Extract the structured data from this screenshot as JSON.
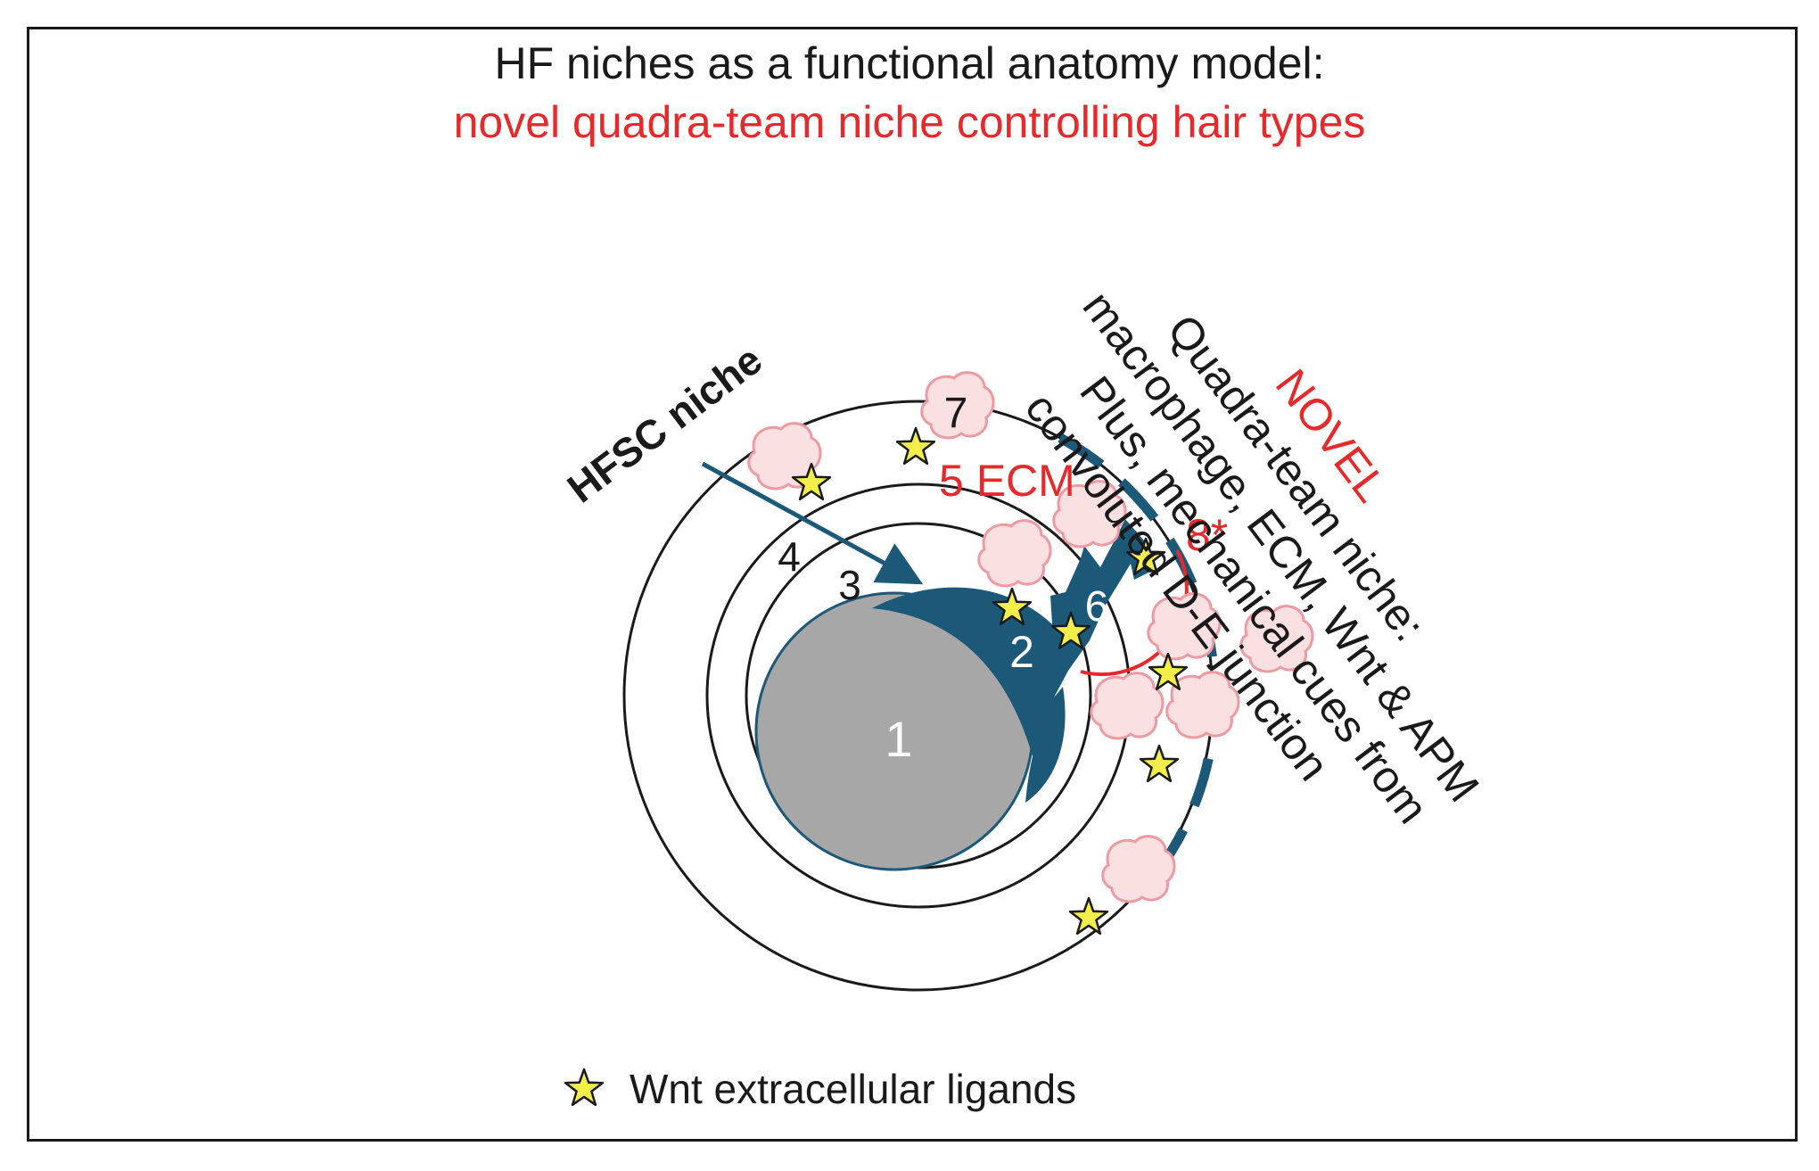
{
  "title": {
    "main": "HF niches as a functional anatomy model:",
    "sub": "novel  quadra-team niche controlling hair types"
  },
  "labels": {
    "hfsc_niche": "HFSC niche",
    "n1": "1",
    "n2": "2",
    "n3": "3",
    "n4": "4",
    "n5_ecm": "5 ECM",
    "n6": "6",
    "n7": "7",
    "n8": "8*"
  },
  "novel_block": {
    "line1": "NOVEL",
    "line2": "Quadra-team niche:",
    "line3": "macrophage, ECM, Wnt & APM",
    "line4": "Plus, mechanical cues from",
    "line5": "convoluted D-E junction"
  },
  "legend": {
    "label": "Wnt extracellular ligands"
  },
  "colors": {
    "black": "#1a1a1a",
    "red": "#e8292b",
    "teal": "#1c5878",
    "gray_core": "#a7a7a7",
    "star_fill": "#f2ee4a",
    "blob_fill": "#fbe0e2",
    "blob_stroke": "#ee9aa3"
  }
}
